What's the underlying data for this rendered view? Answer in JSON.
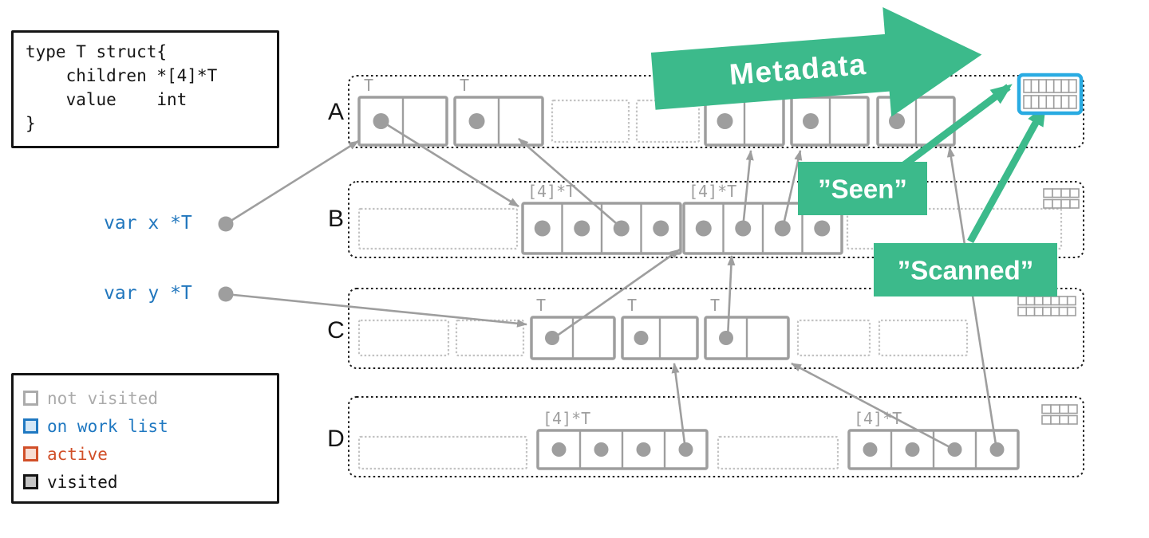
{
  "code_box": {
    "lines": [
      "type T struct{",
      "    children *[4]*T",
      "    value    int",
      "}"
    ]
  },
  "legend": {
    "items": [
      {
        "id": "not-visited",
        "label": "not visited",
        "color": "#ababab",
        "fill": "#ffffff"
      },
      {
        "id": "on-work-list",
        "label": "on work list",
        "color": "#1f78c1",
        "fill": "#d3e7f6"
      },
      {
        "id": "active",
        "label": "active",
        "color": "#d14f28",
        "fill": "#f7ddd3"
      },
      {
        "id": "visited",
        "label": "visited",
        "color": "#141414",
        "fill": "#c4c4c4"
      }
    ]
  },
  "variables": [
    {
      "id": "var-x",
      "label": "var x *T"
    },
    {
      "id": "var-y",
      "label": "var y *T"
    }
  ],
  "rows": [
    {
      "label": "A",
      "slots": [
        {
          "kind": "object",
          "type_label": "T",
          "cells": 2,
          "pointer_cells": [
            0
          ]
        },
        {
          "kind": "object",
          "type_label": "T",
          "cells": 2,
          "pointer_cells": [
            0
          ]
        },
        {
          "kind": "free"
        },
        {
          "kind": "free"
        },
        {
          "kind": "object",
          "cells": 2,
          "pointer_cells": [
            0
          ]
        },
        {
          "kind": "object",
          "cells": 2,
          "pointer_cells": [
            0
          ]
        },
        {
          "kind": "object",
          "cells": 2,
          "pointer_cells": [
            0
          ]
        }
      ],
      "metadata_grid": {
        "rows": 2,
        "cols": 7,
        "state": "on work list",
        "highlighted": true
      }
    },
    {
      "label": "B",
      "slots": [
        {
          "kind": "free"
        },
        {
          "kind": "array",
          "type_label": "[4]*T",
          "cells": 4,
          "pointer_cells": [
            0,
            1,
            2,
            3
          ]
        },
        {
          "kind": "array",
          "type_label": "[4]*T",
          "cells": 4,
          "pointer_cells": [
            0,
            1,
            2,
            3
          ]
        },
        {
          "kind": "free"
        }
      ],
      "metadata_grid": {
        "rows": 2,
        "cols": 4,
        "state": "not visited",
        "highlighted": false
      }
    },
    {
      "label": "C",
      "slots": [
        {
          "kind": "free"
        },
        {
          "kind": "free"
        },
        {
          "kind": "object",
          "type_label": "T",
          "cells": 2,
          "pointer_cells": [
            0
          ]
        },
        {
          "kind": "object",
          "type_label": "T",
          "cells": 2,
          "pointer_cells": [
            0
          ]
        },
        {
          "kind": "object",
          "type_label": "T",
          "cells": 2,
          "pointer_cells": [
            0
          ]
        },
        {
          "kind": "free"
        },
        {
          "kind": "free"
        }
      ],
      "metadata_grid": {
        "rows": 2,
        "cols": 7,
        "state": "not visited",
        "highlighted": false
      }
    },
    {
      "label": "D",
      "slots": [
        {
          "kind": "free"
        },
        {
          "kind": "array",
          "type_label": "[4]*T",
          "cells": 4,
          "pointer_cells": [
            0,
            1,
            2,
            3
          ]
        },
        {
          "kind": "free"
        },
        {
          "kind": "array",
          "type_label": "[4]*T",
          "cells": 4,
          "pointer_cells": [
            0,
            1,
            2,
            3
          ]
        }
      ],
      "metadata_grid": {
        "rows": 2,
        "cols": 4,
        "state": "not visited",
        "highlighted": false
      }
    }
  ],
  "pointers": [
    {
      "from": "var-x",
      "to": "A.slot0"
    },
    {
      "from": "var-y",
      "to": "C.slot2"
    },
    {
      "from": "A.slot0.cell0",
      "to": "B.slot1"
    },
    {
      "from": "B.slot1.cell2",
      "to": "A.slot1"
    },
    {
      "from": "B.slot2.cell1",
      "to": "A.slot4"
    },
    {
      "from": "B.slot2.cell2",
      "to": "A.slot5"
    },
    {
      "from": "C.slot2.cell0",
      "to": "B.slot2"
    },
    {
      "from": "C.slot4.cell0",
      "to": "B.slot2"
    },
    {
      "from": "D.slot1.cell3",
      "to": "C.slot3"
    },
    {
      "from": "D.slot3.cell2",
      "to": "C.slot4"
    },
    {
      "from": "D.slot3.cell3",
      "to": "A.slot6"
    }
  ],
  "annotations": {
    "metadata": "Metadata",
    "seen": "”Seen”",
    "scanned": "”Scanned”"
  },
  "colors": {
    "green": "#3cba8b",
    "gray": "#9e9e9e",
    "light_gray": "#c3c3c3",
    "blue_highlight": "#29abe2",
    "legend_blue": "#1f78c1",
    "legend_red": "#d14f28",
    "var_blue": "#2076bd",
    "black": "#141414"
  }
}
